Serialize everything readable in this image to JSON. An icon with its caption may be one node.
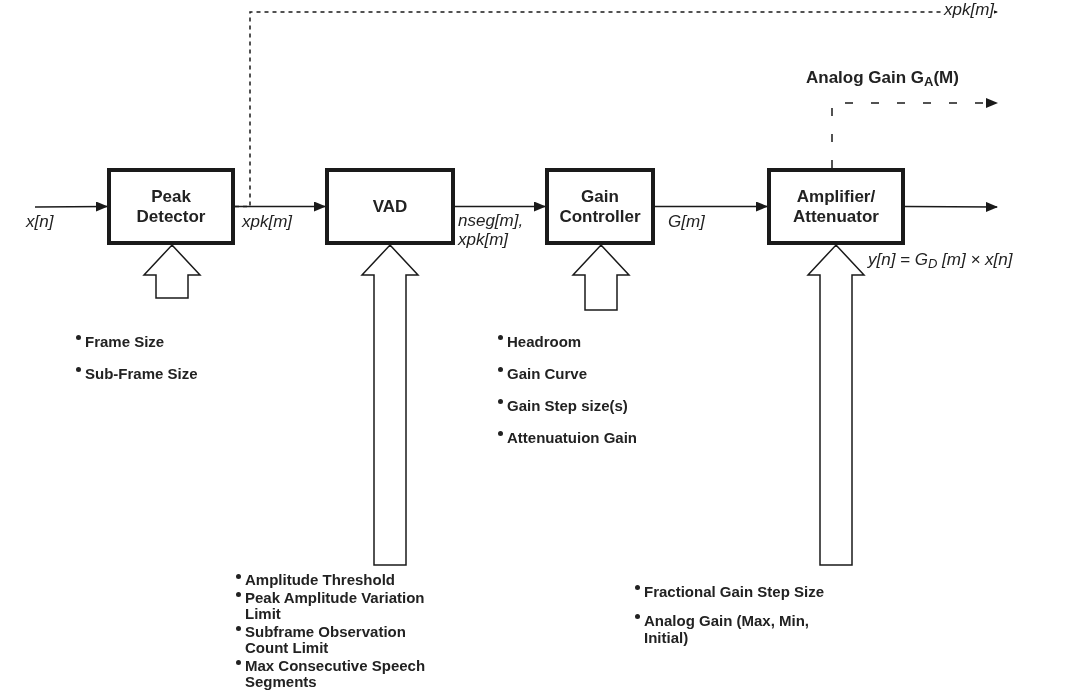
{
  "diagram": {
    "nodes": [
      {
        "text": [
          "Peak Detector"
        ]
      },
      {
        "text": [
          "VAD"
        ]
      },
      {
        "text": [
          "Gain Controller"
        ]
      },
      {
        "text": [
          "Amplifier/ Attenuator"
        ]
      },
      {
        "text": [
          "Frame Size",
          "Sub-Frame Size"
        ]
      },
      {
        "text": [
          "Amplitude Threshold",
          "Peak Amplitude Variation Limit",
          "Subframe Observation Count Limit",
          "Max Consecutive Speech Segments"
        ]
      },
      {
        "text": [
          "Headroom",
          "Gain Curve",
          "Gain Step size(s)",
          "Attenuatuion Gain"
        ]
      },
      {
        "text": [
          "Fractional Gain Step Size",
          "Analog Gain (Max, Min, Initial)"
        ]
      }
    ],
    "edges": [
      {
        "from": null,
        "to": 0,
        "arrow": "to",
        "label": "x[n]"
      },
      {
        "from": 0,
        "to": 1,
        "arrow": "to",
        "label": "xpk[m]"
      },
      {
        "from": 1,
        "to": 2,
        "arrow": "to",
        "label": "nseg[m], xpk[m]"
      },
      {
        "from": 2,
        "to": 3,
        "arrow": "to",
        "label": "G[m]"
      },
      {
        "from": 3,
        "to": null,
        "arrow": "to",
        "label": "y[n] = G$_{D}$ [m] × x[n]"
      },
      {
        "from": 0,
        "to": null,
        "arrow": "to",
        "label": "xpk[m]",
        "style": "dashed"
      },
      {
        "from": 3,
        "to": null,
        "arrow": "to",
        "label": "Analog Gain G$_{A}$(M)",
        "style": "dashed"
      },
      {
        "from": 4,
        "to": 0,
        "arrow": "to",
        "style": "thick"
      },
      {
        "from": 5,
        "to": 1,
        "arrow": "to",
        "style": "thick"
      },
      {
        "from": 6,
        "to": 2,
        "arrow": "to",
        "style": "thick"
      },
      {
        "from": 7,
        "to": 3,
        "arrow": "to",
        "style": "thick"
      }
    ]
  }
}
